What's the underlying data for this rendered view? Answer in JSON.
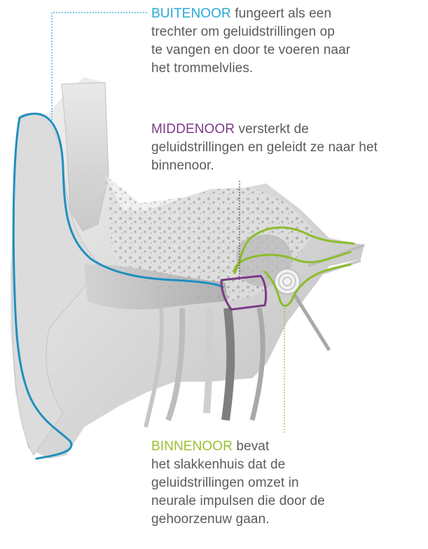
{
  "colors": {
    "outer": "#29a8d9",
    "middle": "#7b3a86",
    "inner": "#9cbf2e",
    "text": "#5b5b5b",
    "outer_curve": "#1f8fbf",
    "inner_curve": "#8cbc2b",
    "tissue": "#d9d9d9"
  },
  "outer": {
    "heading": "BUITENOOR",
    "lines": [
      "fungeert als een",
      "trechter om geluidstrillingen op",
      "te vangen en door te voeren naar",
      "het trommelvlies."
    ]
  },
  "middle": {
    "heading": "MIDDENOOR",
    "lines": [
      "versterkt de",
      "geluidstrillingen en geleidt ze naar het",
      "binnenoor."
    ]
  },
  "inner": {
    "heading": "BINNENOOR",
    "lines": [
      "bevat",
      "het slakkenhuis dat de",
      "geluidstrillingen omzet in",
      "neurale impulsen die door de",
      "gehoorzenuw gaan."
    ]
  }
}
